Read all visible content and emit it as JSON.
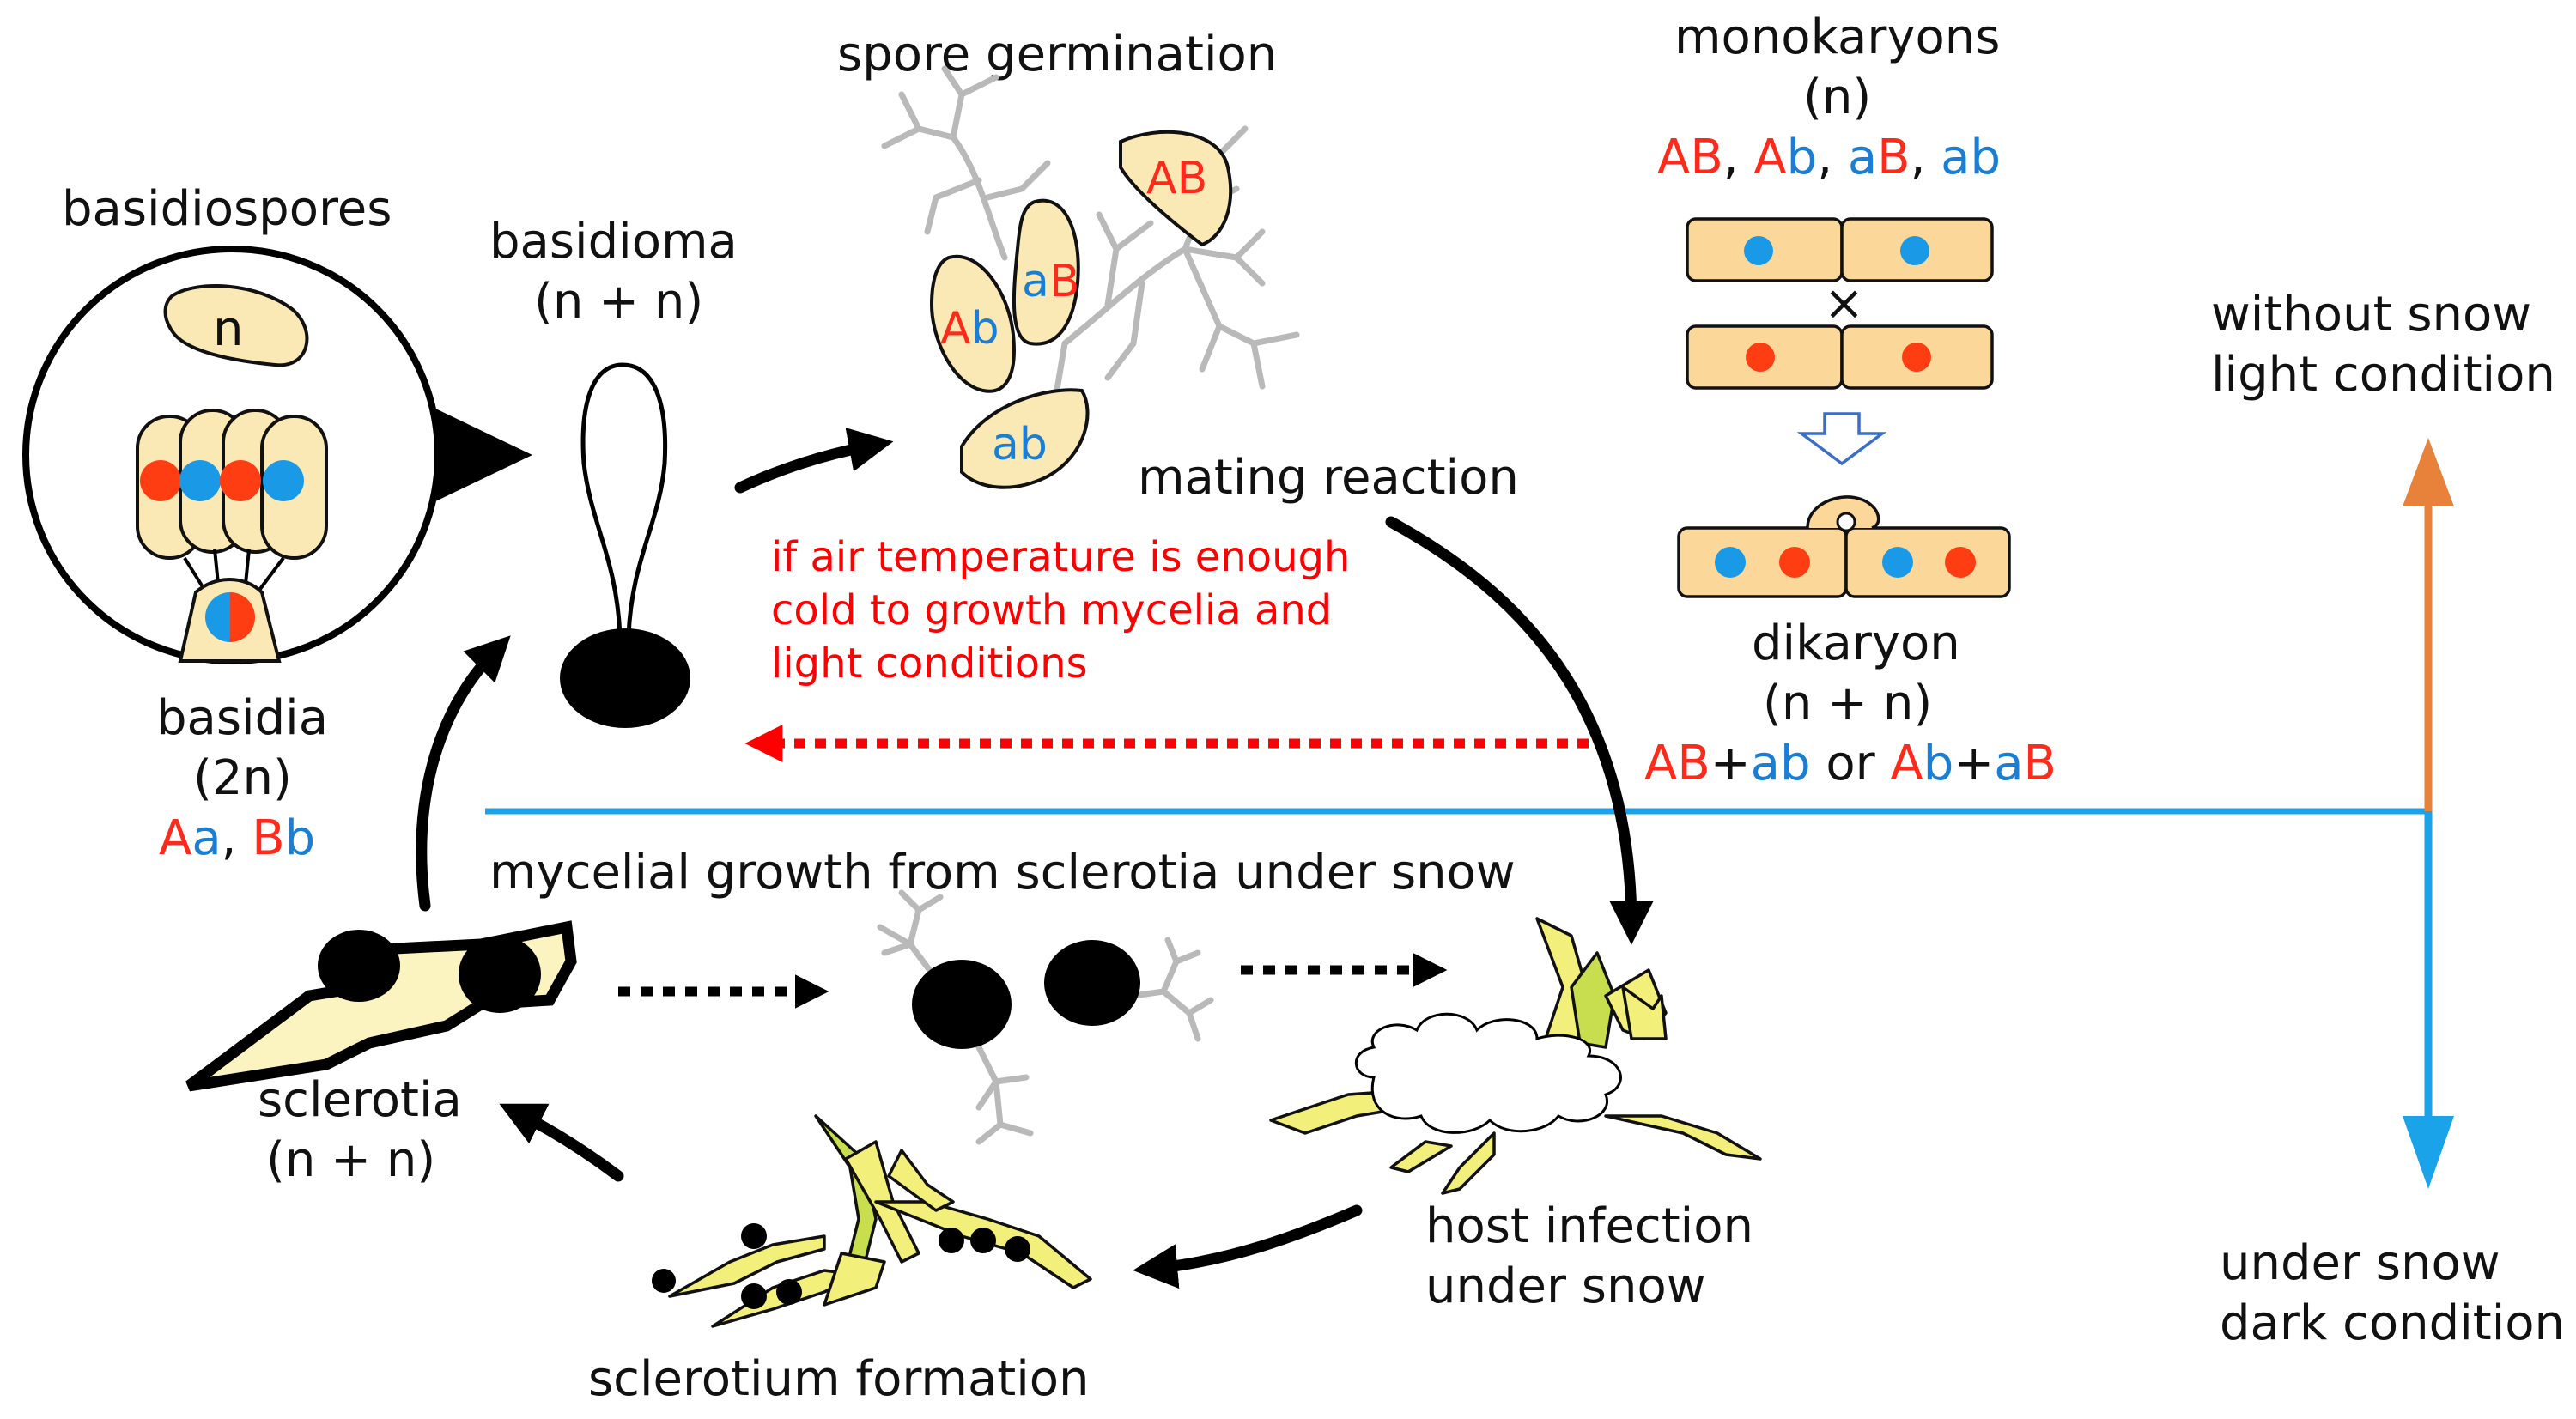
{
  "labels": {
    "basidiospores": "basidiospores",
    "spore_n": "n",
    "basidioma": "basidioma",
    "basidioma_ploidy": "(n + n)",
    "spore_germination": "spore germination",
    "monokaryons": "monokaryons",
    "monokaryons_ploidy": "(n)",
    "cross_symbol": "×",
    "mating_reaction": "mating reaction",
    "dikaryon": "dikaryon",
    "dikaryon_ploidy": "(n + n)",
    "basidia": "basidia",
    "basidia_ploidy": "(2n)",
    "without_snow_line1": "without snow",
    "without_snow_line2": "light condition",
    "under_snow_line1": "under snow",
    "under_snow_line2": "dark condition",
    "mycelial_growth": "mycelial growth from sclerotia under snow",
    "sclerotia": "sclerotia",
    "sclerotia_ploidy": "(n + n)",
    "host_infection_line1": "host infection",
    "host_infection_line2": "under snow",
    "sclerotium_formation": "sclerotium formation",
    "cold_note_line1": "if air temperature is enough",
    "cold_note_line2": "cold to growth mycelia and",
    "cold_note_line3": "light conditions"
  },
  "genotypes": {
    "spore_AB": [
      "A",
      "B"
    ],
    "spore_aB": [
      "a",
      "B"
    ],
    "spore_Ab": [
      "A",
      "b"
    ],
    "spore_ab": [
      "a",
      "b"
    ],
    "monokaryon_list": {
      "g1": [
        "A",
        "B"
      ],
      "g2": [
        "A",
        "b"
      ],
      "g3": [
        "a",
        "B"
      ],
      "g4": [
        "a",
        "b"
      ],
      "sep": ", "
    },
    "dikaryon_pairs": {
      "p1a": [
        "A",
        "B"
      ],
      "plus1": "+",
      "p1b": [
        "a",
        "b"
      ],
      "or": " or ",
      "p2a": [
        "A",
        "b"
      ],
      "plus2": "+",
      "p2b": [
        "a",
        "B"
      ]
    },
    "basidia_genes": {
      "g1": [
        "A",
        "a"
      ],
      "sep": ", ",
      "g2": [
        "B",
        "b"
      ]
    }
  },
  "colors": {
    "dominant_allele": "#ff2a1a",
    "recessive_allele": "#1a7fd4",
    "snow_line": "#1aa3e8",
    "light_arrow": "#e8823a",
    "dark_arrow": "#1aa3e8",
    "warning_text": "#ff0000",
    "spore_fill": "#fbe9b5",
    "cell_fill": "#fbd89a"
  }
}
